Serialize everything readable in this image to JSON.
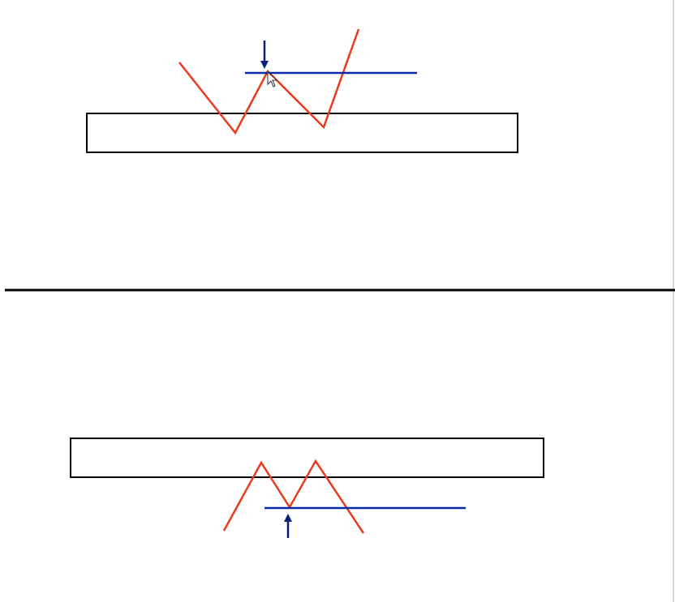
{
  "colors": {
    "background": "#ffffff",
    "zigzag": "#ee3a1c",
    "level_line": "#0a2aa8",
    "arrow": "#0b1f7a",
    "box_border": "#000000",
    "divider": "#000000",
    "right_edge": "#d8d8d8"
  },
  "panels": [
    {
      "name": "top-panel",
      "pattern": "double-bottom",
      "arrow_direction": "down",
      "has_cursor": true
    },
    {
      "name": "bottom-panel",
      "pattern": "double-top",
      "arrow_direction": "up",
      "has_cursor": false
    }
  ],
  "icons": {
    "cursor": "mouse-pointer-icon"
  }
}
